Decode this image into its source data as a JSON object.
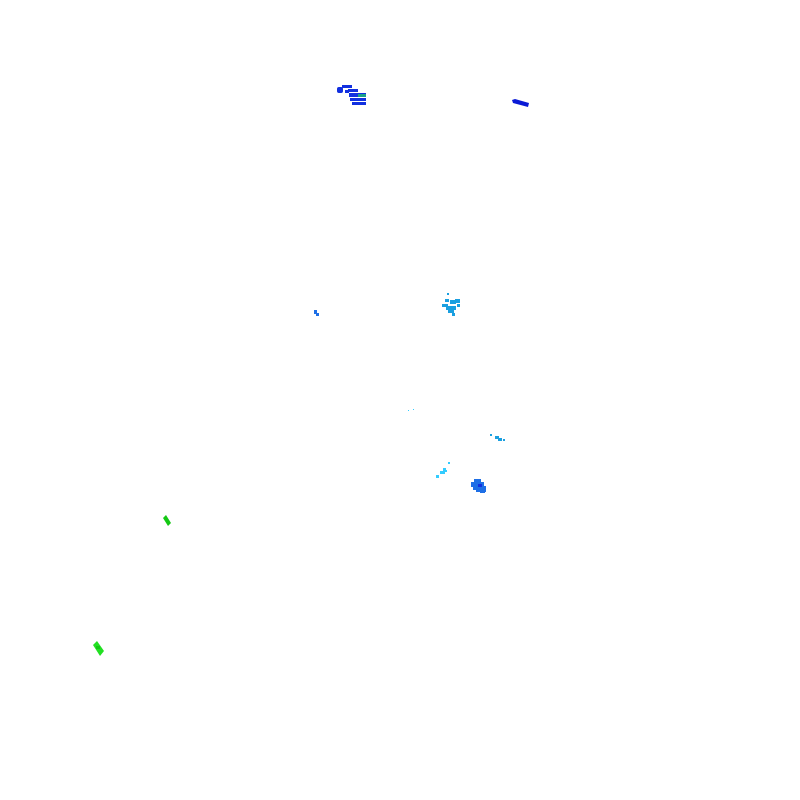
{
  "layer": {
    "kind": "radar-reflectivity-overlay",
    "background": "#ffffff",
    "legend_visible": false,
    "labels_visible": false
  },
  "palette": {
    "light_cyan": "#33ccff",
    "light_blue": "#1a9fe0",
    "medium_blue": "#1e6fe6",
    "dark_blue": "#1230e0",
    "navy": "#0a1ad6",
    "green": "#14c814",
    "bright_green": "#22e022",
    "teal": "#1aa08a"
  },
  "echoes": [
    {
      "name": "echo-cluster-north-left",
      "color_key": "dark_blue"
    },
    {
      "name": "echo-streak-north-right",
      "color_key": "navy"
    },
    {
      "name": "echo-speck-center-left",
      "color_key": "medium_blue"
    },
    {
      "name": "echo-cluster-center-right",
      "color_key": "light_blue"
    },
    {
      "name": "echo-speck-center",
      "color_key": "light_cyan"
    },
    {
      "name": "echo-cluster-east-small",
      "color_key": "light_blue"
    },
    {
      "name": "echo-cluster-south-small",
      "color_key": "light_cyan"
    },
    {
      "name": "echo-cluster-south-right",
      "color_key": "medium_blue"
    },
    {
      "name": "echo-cell-west",
      "color_key": "green"
    },
    {
      "name": "echo-cell-southwest",
      "color_key": "bright_green"
    }
  ]
}
